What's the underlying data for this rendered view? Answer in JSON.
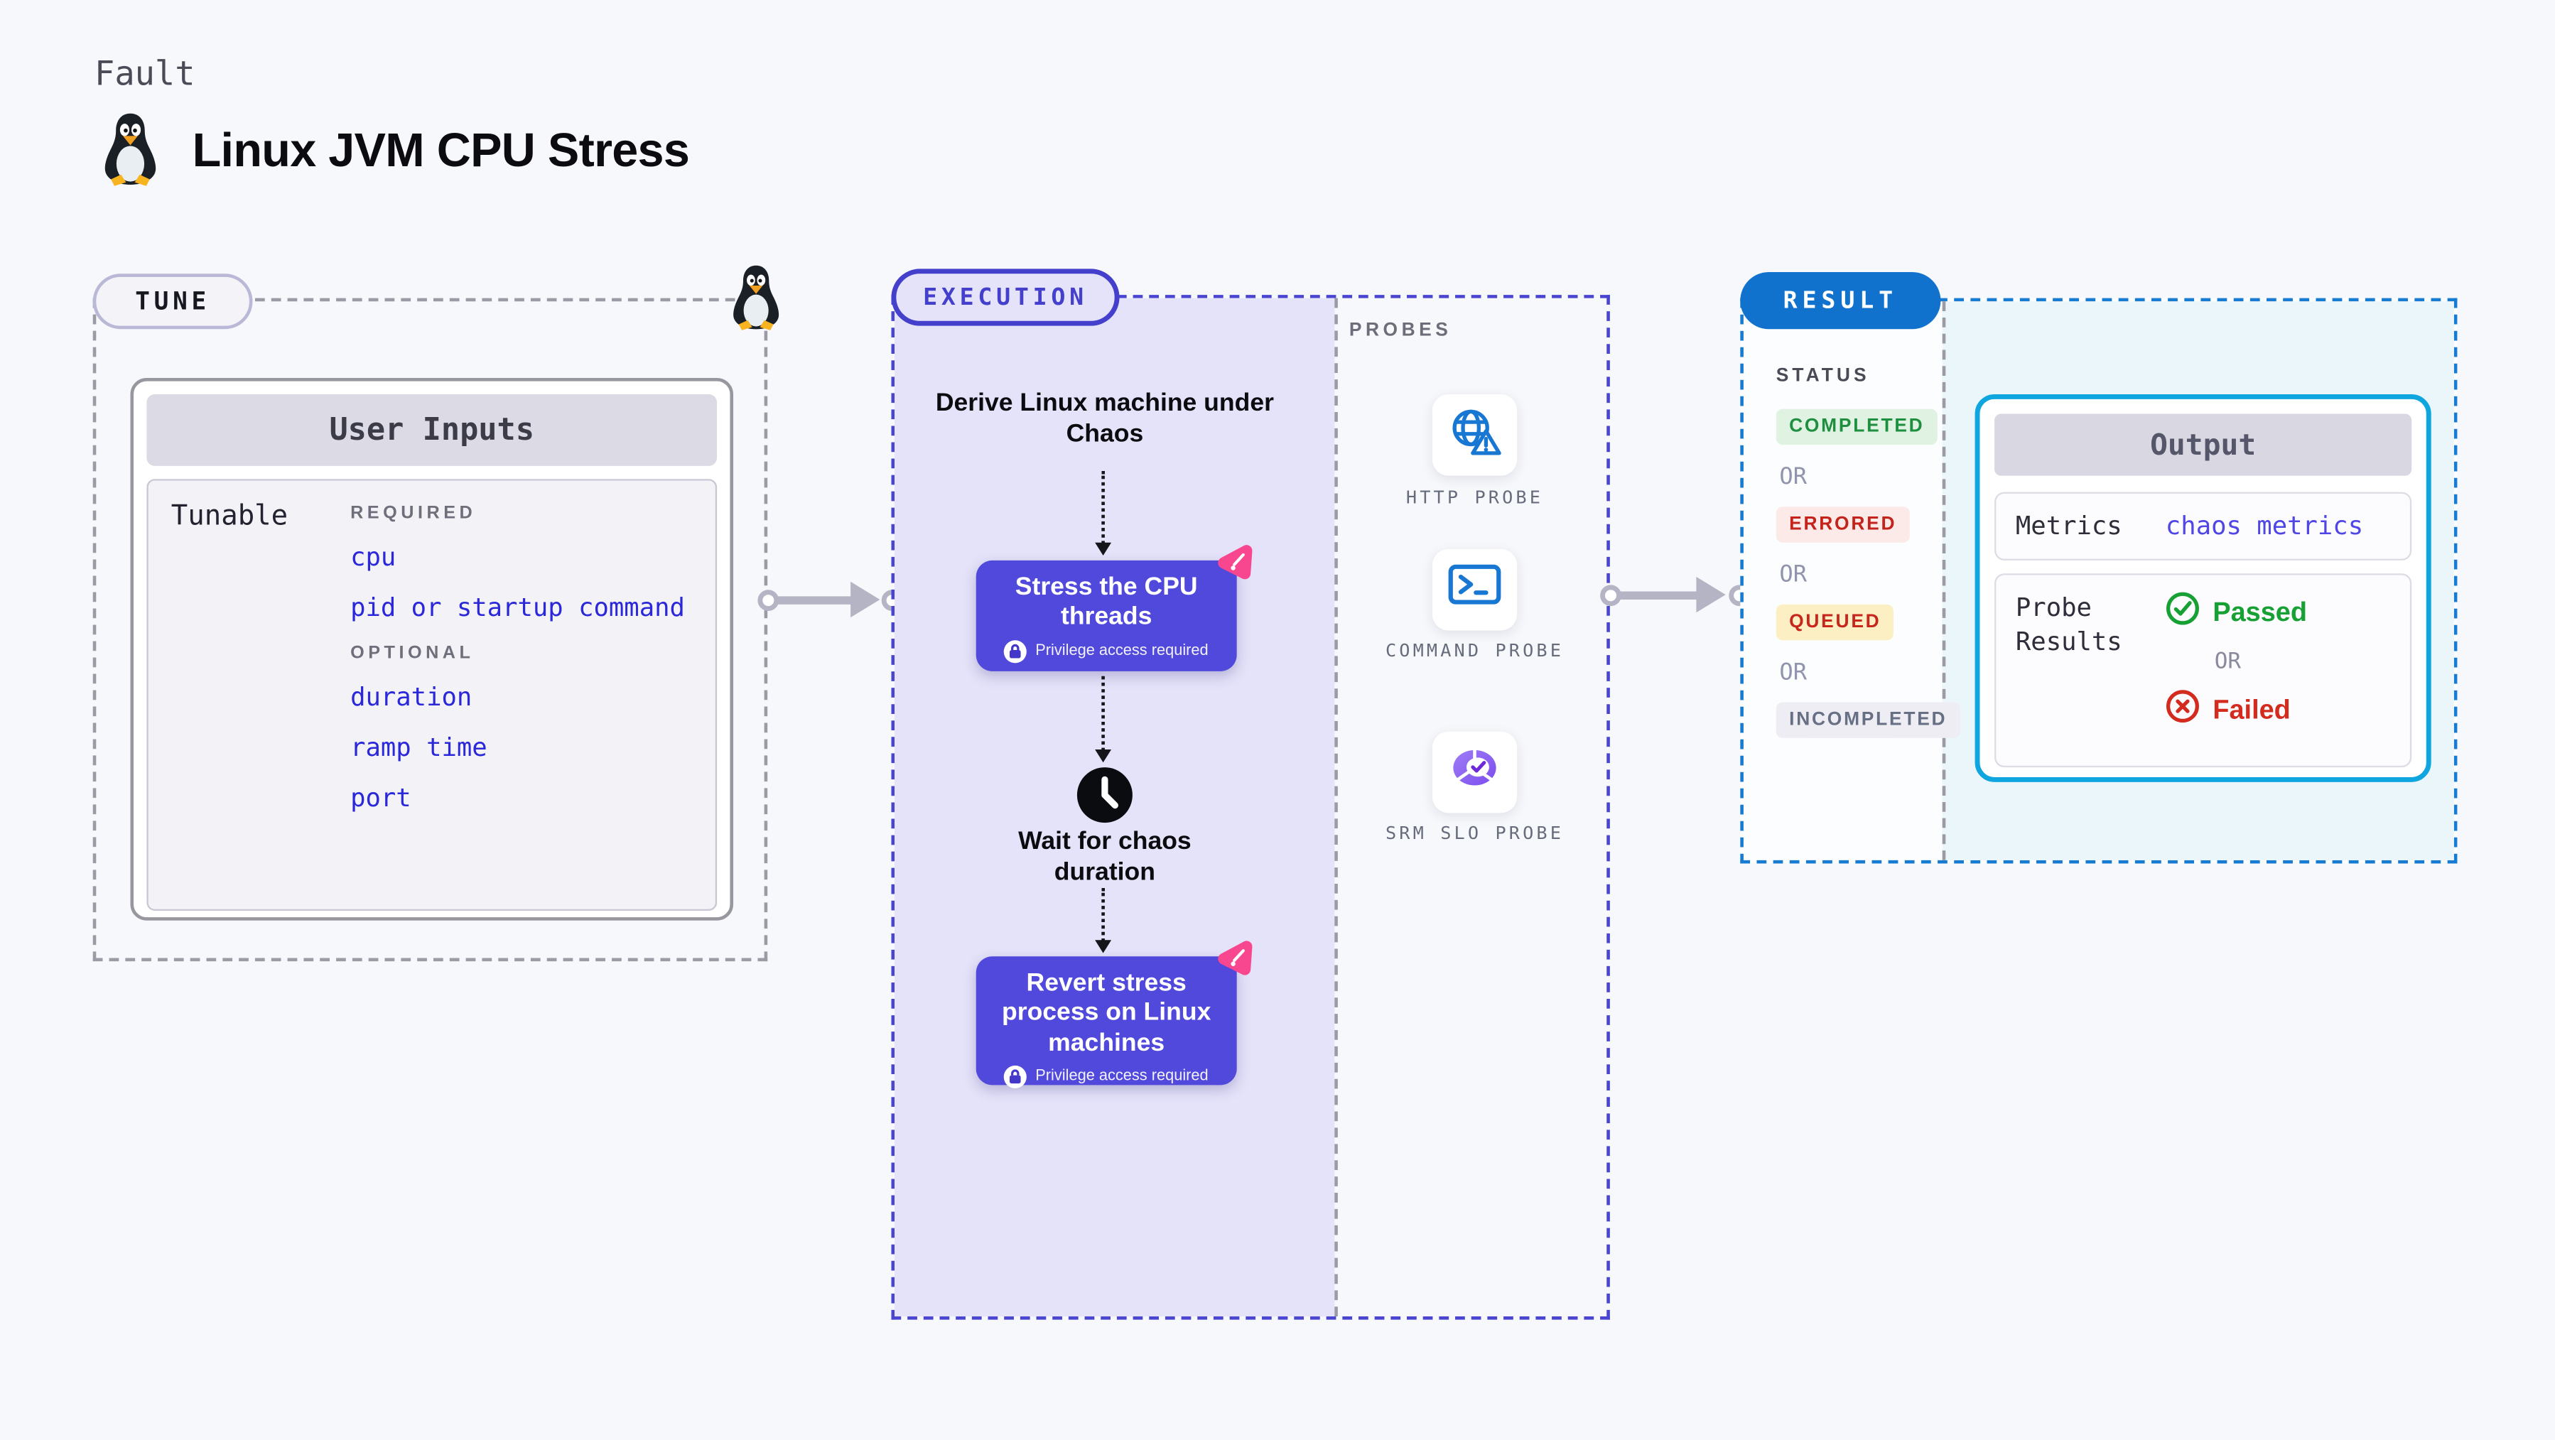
{
  "page": {
    "kind_label": "Fault",
    "title": "Linux JVM CPU Stress"
  },
  "tune": {
    "badge": "TUNE",
    "user_inputs": {
      "header": "User Inputs",
      "row_label": "Tunable",
      "groups": [
        {
          "label": "REQUIRED",
          "items": [
            "cpu",
            "pid or startup command"
          ]
        },
        {
          "label": "OPTIONAL",
          "items": [
            "duration",
            "ramp time",
            "port"
          ]
        }
      ]
    }
  },
  "execution": {
    "badge": "EXECUTION",
    "derive_text": "Derive Linux machine under Chaos",
    "steps": [
      {
        "title": "Stress the CPU threads",
        "note": "Privilege access required"
      },
      {
        "title": "Revert stress process on Linux machines",
        "note": "Privilege access required"
      }
    ],
    "wait_text": "Wait for chaos duration"
  },
  "probes": {
    "label": "PROBES",
    "items": [
      {
        "name": "HTTP PROBE",
        "icon": "globe-warning-icon"
      },
      {
        "name": "COMMAND PROBE",
        "icon": "terminal-icon"
      },
      {
        "name": "SRM SLO PROBE",
        "icon": "slo-donut-check-icon"
      }
    ]
  },
  "result": {
    "badge": "RESULT",
    "status_label": "STATUS",
    "or_label": "OR",
    "statuses": [
      {
        "label": "COMPLETED",
        "type": "green"
      },
      {
        "label": "ERRORED",
        "type": "red"
      },
      {
        "label": "QUEUED",
        "type": "yellow"
      },
      {
        "label": "INCOMPLETED",
        "type": "gray"
      }
    ],
    "output": {
      "header": "Output",
      "metrics_label": "Metrics",
      "metrics_value": "chaos metrics",
      "probe_results_label": "Probe Results",
      "passed": "Passed",
      "or_label": "OR",
      "failed": "Failed"
    }
  },
  "colors": {
    "page_bg": "#F7F8FB",
    "step_purple": "#5049DC",
    "lavender": "#E5E3F9",
    "exec_dash": "#4945D1",
    "tune_dash": "#9B9BA6",
    "result_dash": "#177BD2",
    "result_blue": "#1172CD",
    "output_border": "#0FA5DE",
    "cyan_bg": "#EBF6FB",
    "link_blue": "#2B28D9",
    "metrics_link": "#4F46E5",
    "pink": "#F8468F",
    "probe_blue": "#1877D2",
    "green_text": "#1D8F3F",
    "green_bg": "#E0F3E2",
    "red_text": "#C4231B",
    "red_bg": "#FCEAE8",
    "yellow_text": "#C8251C",
    "yellow_bg": "#FBEFC3",
    "neutral_text": "#676F85",
    "neutral_bg": "#EDEDF3",
    "or_gray": "#9094AD",
    "arrow_gray": "#B5B4C4"
  }
}
